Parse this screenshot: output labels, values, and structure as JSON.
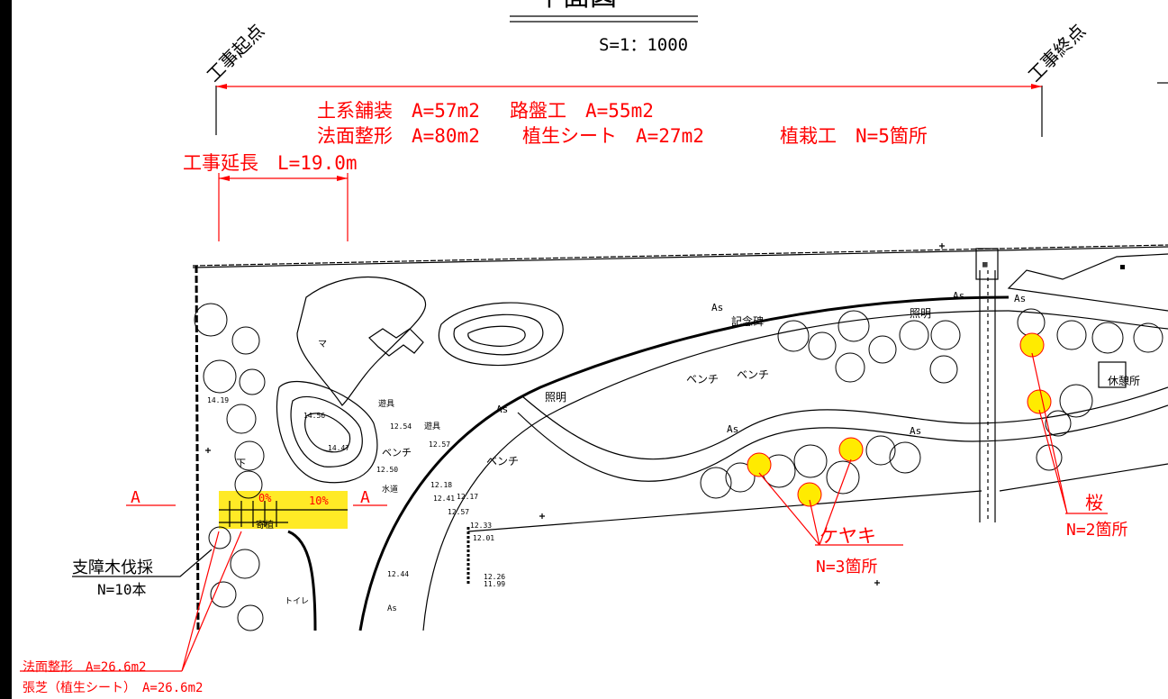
{
  "title": "平面図",
  "scale": "S=1：1000",
  "start_point": "工事起点",
  "end_point": "工事終点",
  "quantities": {
    "line1a": "土系舗装　A=57m2",
    "line1b": "路盤工　A=55m2",
    "line2a": "法面整形　A=80m2",
    "line2b": "植生シート　A=27m2",
    "line2c": "植栽工　N=5箇所",
    "length": "工事延長　L=19.0m"
  },
  "section_marker": "A",
  "callouts": {
    "tree_removal": "支障木伐採",
    "tree_removal_n": "N=10本",
    "keyaki": "ケヤキ",
    "keyaki_n": "N=3箇所",
    "sakura": "桜",
    "sakura_n": "N=2箇所",
    "slope_shaping": "法面整形　A=26.6m2",
    "turf": "張芝（植生シート）　A=26.6m2"
  },
  "map_labels": {
    "as": "As",
    "monument": "記念碑",
    "lighting": "照明",
    "bench": "ベンチ",
    "rest_house": "休憩所",
    "playground": "遊具",
    "water": "水道",
    "toilet": "トイレ",
    "hedge": "寄植",
    "below": "下",
    "pct1": "0%",
    "pct2": "10%",
    "ma": "マ"
  },
  "elevations": [
    "14.19",
    "14.56",
    "14.47",
    "12.54",
    "12.57",
    "12.50",
    "12.18",
    "12.41",
    "12.17",
    "12.57",
    "12.33",
    "12.01",
    "12.44",
    "12.26",
    "11.99"
  ],
  "colors": {
    "annotation": "#ff0000",
    "highlight": "#ffeb00",
    "linework": "#000000"
  }
}
